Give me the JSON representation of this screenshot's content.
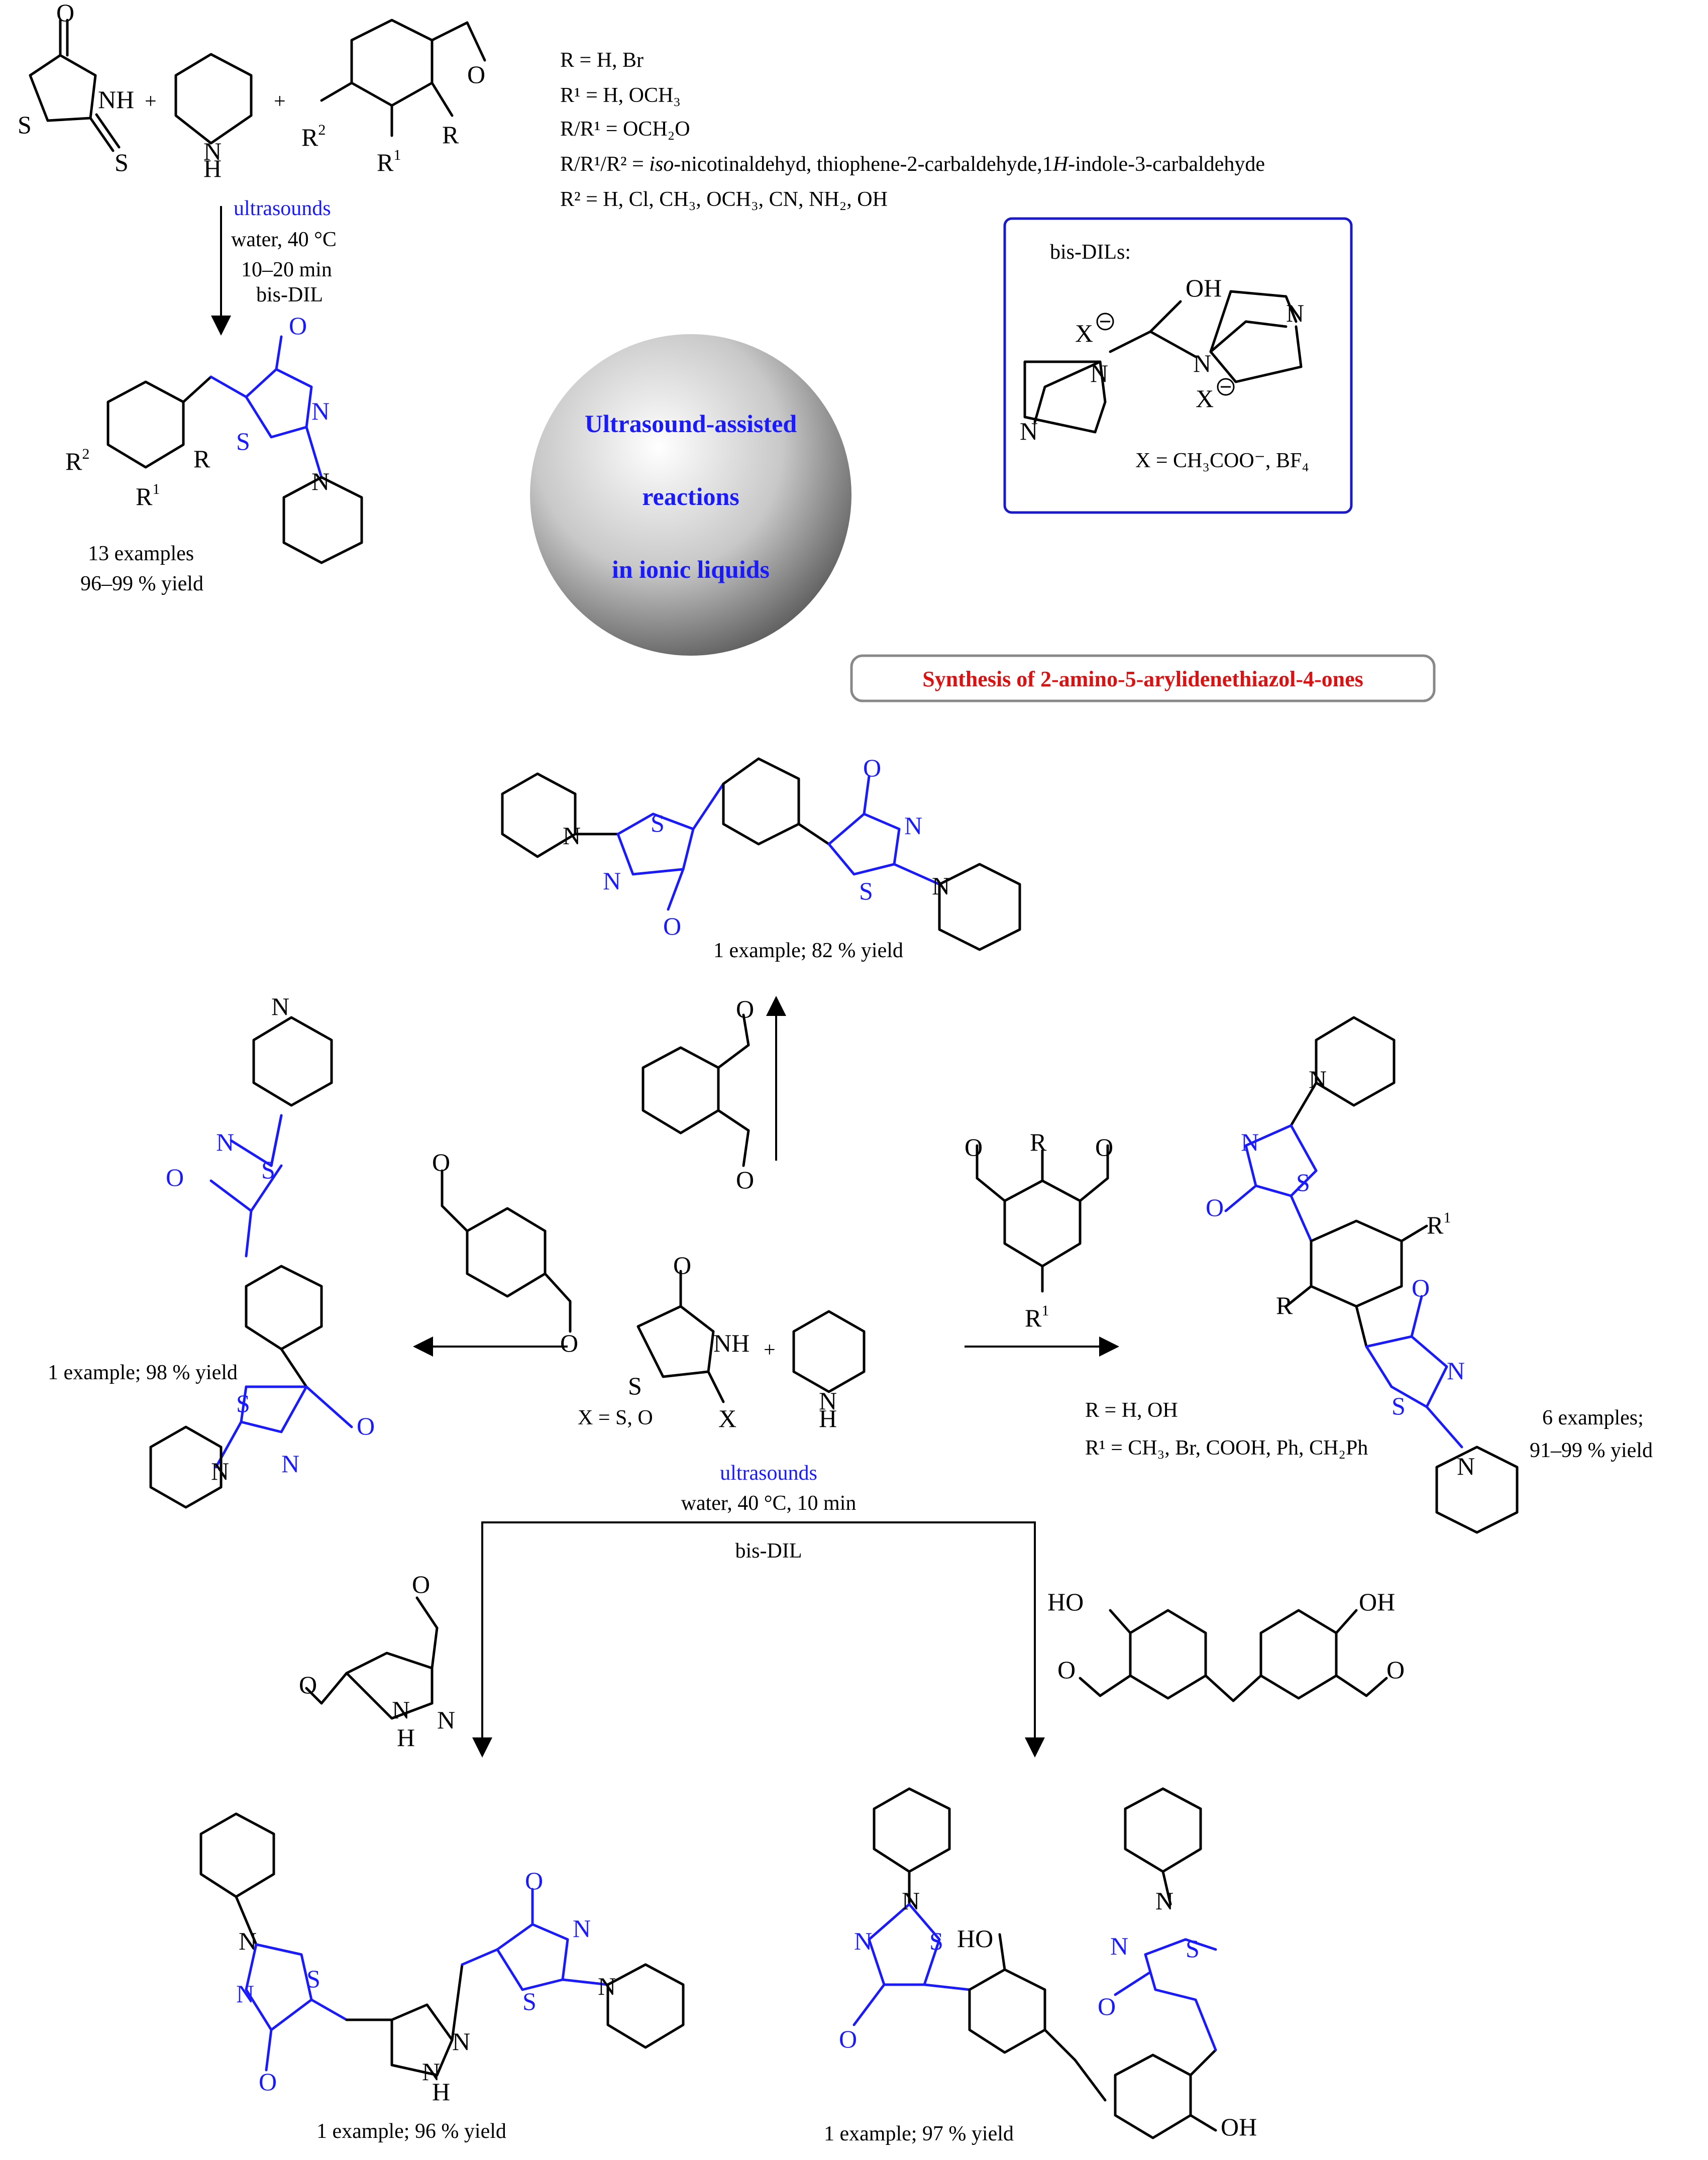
{
  "colors": {
    "blue": "#1a1aff",
    "red": "#dd1111",
    "box_border": "#1a1acc",
    "note_border": "#888888"
  },
  "top": {
    "conditions": {
      "c1": "ultrasounds",
      "c2": "water,  40 °C",
      "c3": "10–20 min",
      "c4": "bis-DIL"
    },
    "substituents": {
      "l1": "R = H, Br",
      "l2": "R¹ = H, OCH₃",
      "l3": "R/R¹ = OCH₂O",
      "l4a": "R/R¹/R² = ",
      "l4b": "iso",
      "l4c": "-nicotinaldehyd, thiophene-2-carbaldehyde,1",
      "l4d": "H",
      "l4e": "-indole-3-carbaldehyde",
      "l5": "R² = H, Cl, CH₃, OCH₃, CN, NH₂, OH"
    },
    "yield_a": "13 examples",
    "yield_b": "96–99 % yield"
  },
  "bisdil": {
    "title": "bis-DILs:",
    "anion_label": "X = CH₃COO⁻, BF₄"
  },
  "sphere": {
    "line1": "Ultrasound-assisted",
    "line2": "reactions",
    "line3": "in ionic liquids"
  },
  "section_title": "Synthesis of 2-amino-5-arylidenethiazol-4-ones",
  "center": {
    "x_label": "X = S, O",
    "c1": "ultrasounds",
    "c2": "water,  40 °C, 10 min",
    "c3": "bis-DIL"
  },
  "products": {
    "ortho": "1 example; 82 % yield",
    "para": "1 example; 98 % yield",
    "iso_a": "6 examples;",
    "iso_b": "91–99 % yield",
    "iso_sub1": "R = H, OH",
    "iso_sub2": "R¹ = CH₃, Br, COOH, Ph, CH₂Ph",
    "pyrazoline": "1 example; 96 % yield",
    "bisphenol": "1 example; 97 % yield"
  }
}
